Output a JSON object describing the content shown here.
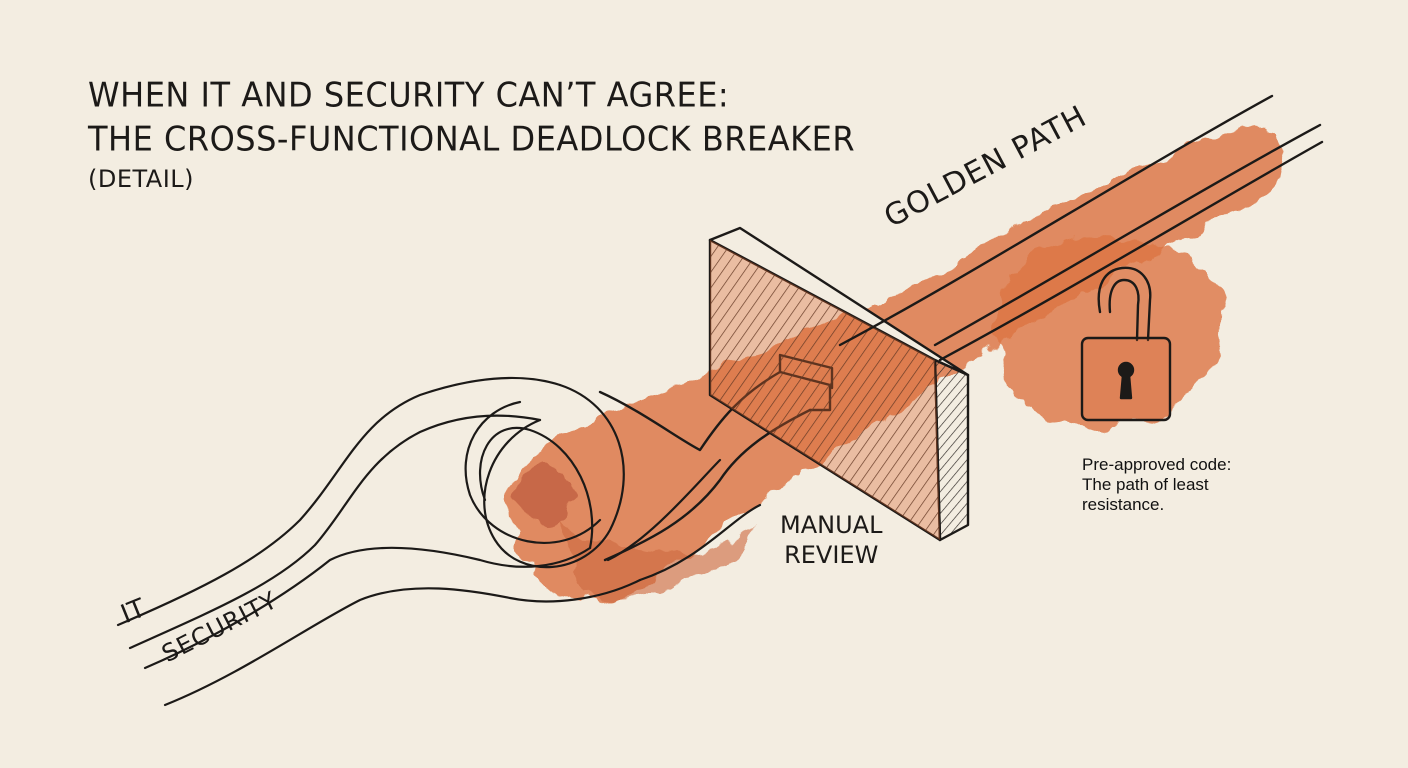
{
  "title": {
    "line1": "WHEN IT AND SECURITY CAN’T AGREE:",
    "line2": "THE CROSS-FUNCTIONAL DEADLOCK BREAKER",
    "line3": "(DETAIL)"
  },
  "labels": {
    "golden_path": "GOLDEN PATH",
    "manual_review_line1": "MANUAL",
    "manual_review_line2": "REVIEW",
    "it": "IT",
    "security": "SECURITY"
  },
  "note": {
    "line1": "Pre-approved code:",
    "line2": "The path of least",
    "line3": "resistance."
  },
  "colors": {
    "paper": "#f3ede1",
    "watercolor": "#d9652e",
    "watercolor_dark": "#b8451c",
    "ink": "#1c1a18"
  },
  "icons": {
    "lock": "unlocked-padlock-icon"
  }
}
